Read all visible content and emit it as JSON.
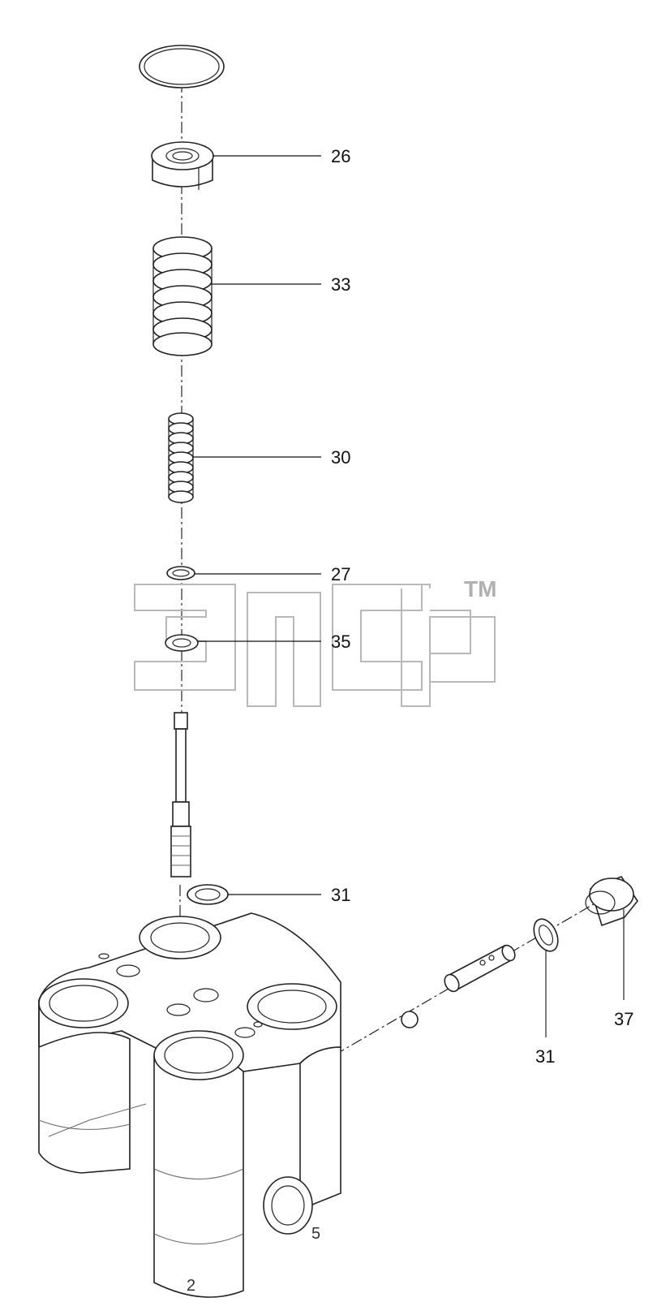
{
  "callouts": [
    {
      "id": "26",
      "label": "26"
    },
    {
      "id": "33",
      "label": "33"
    },
    {
      "id": "30",
      "label": "30"
    },
    {
      "id": "27",
      "label": "27"
    },
    {
      "id": "35",
      "label": "35"
    },
    {
      "id": "31a",
      "label": "31"
    },
    {
      "id": "37",
      "label": "37"
    },
    {
      "id": "31b",
      "label": "31"
    }
  ],
  "watermark": {
    "trademark": "TM"
  },
  "housing_marks": {
    "left": "2",
    "right": "5"
  }
}
